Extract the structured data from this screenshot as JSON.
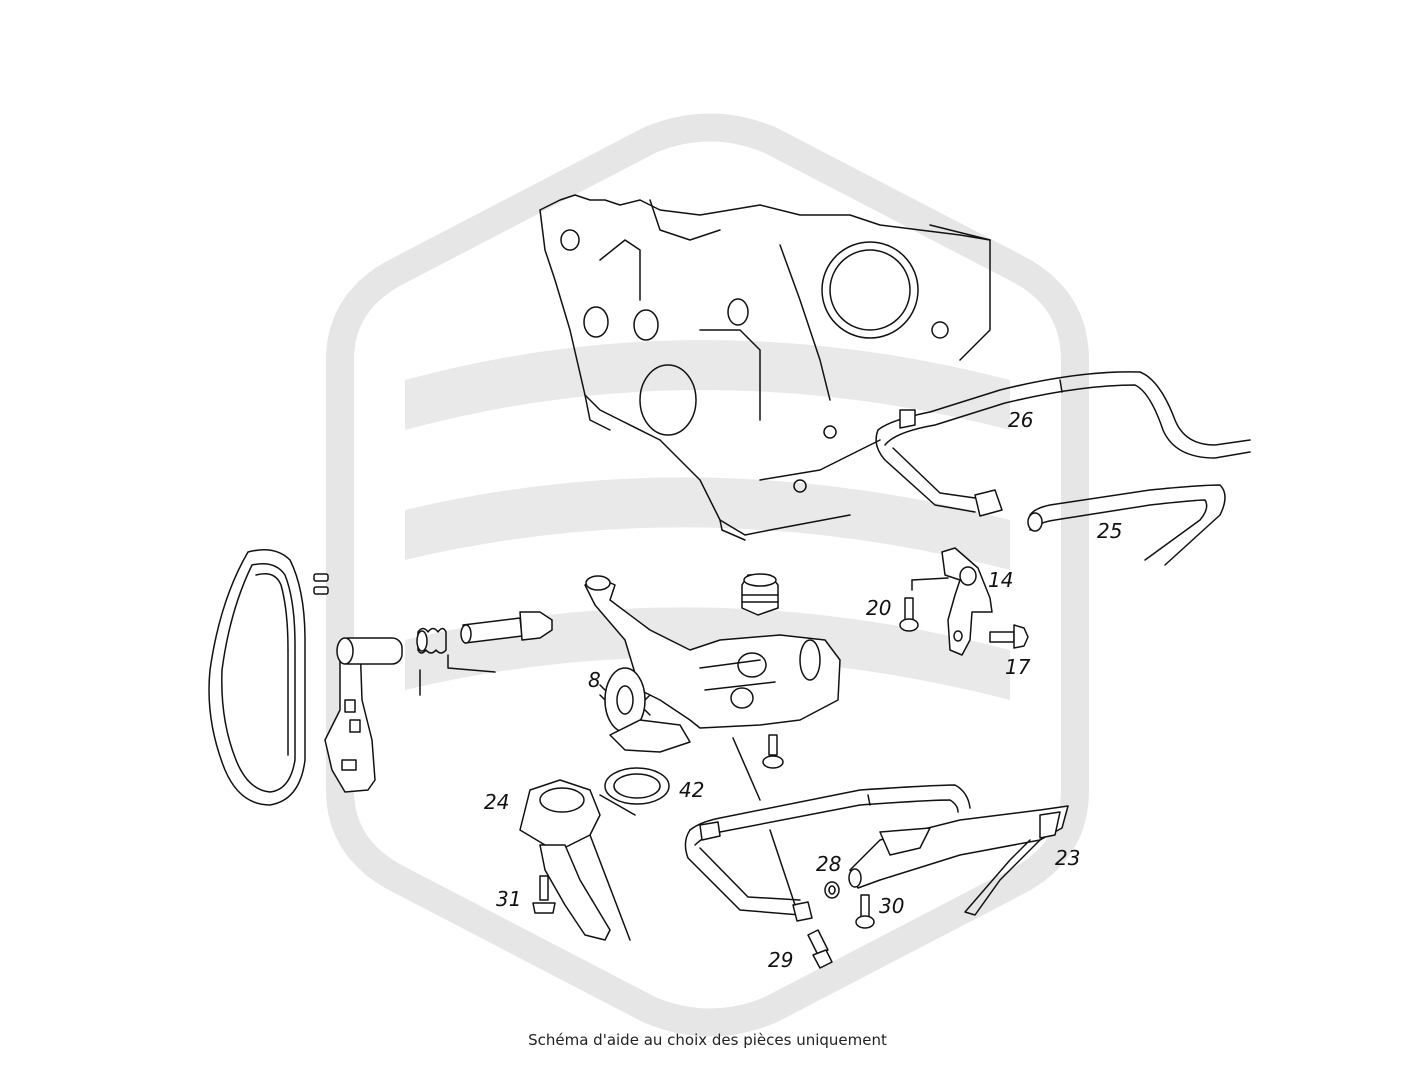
{
  "caption": "Schéma d'aide au choix des pièces uniquement",
  "labels": {
    "p26": "26",
    "p25": "25",
    "p14": "14",
    "p20": "20",
    "p17": "17",
    "p8": "8",
    "p42": "42",
    "p24": "24",
    "p31": "31",
    "p28": "28",
    "p30": "30",
    "p29": "29",
    "p23": "23"
  }
}
